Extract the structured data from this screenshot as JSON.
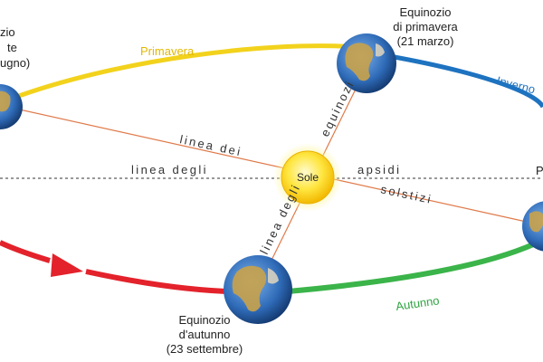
{
  "sun": {
    "label": "Sole"
  },
  "seasons": {
    "spring": "Primavera",
    "winter": "Inverno",
    "autumn": "Autunno"
  },
  "spring_equinox": {
    "line1": "Equinozio",
    "line2": "di primavera",
    "line3": "(21 marzo)"
  },
  "autumn_equinox": {
    "line1": "Equinozio",
    "line2": "d'autunno",
    "line3": "(23 settembre)"
  },
  "summer_solstice_partial": {
    "line1": "zio",
    "line2": "te",
    "line3": "ugno)"
  },
  "right_edge_letter": "P",
  "lines": {
    "apsides_left": "linea degli",
    "apsides_right": "apsidi",
    "solstices_left": "linea dei",
    "solstices_right": "solstizi",
    "equinoxes_top": "equinozi",
    "equinoxes_bottom": "linea degli"
  },
  "colors": {
    "spring_arc": "#f2d21c",
    "winter_arc": "#1e73c0",
    "autumn_arc": "#3bb44a",
    "summer_arc": "#e3222b",
    "solstice_line": "#e07a4a",
    "sun": "#ffd21a",
    "earth_ocean": "#3b78c4",
    "earth_land": "#c9a24a"
  }
}
